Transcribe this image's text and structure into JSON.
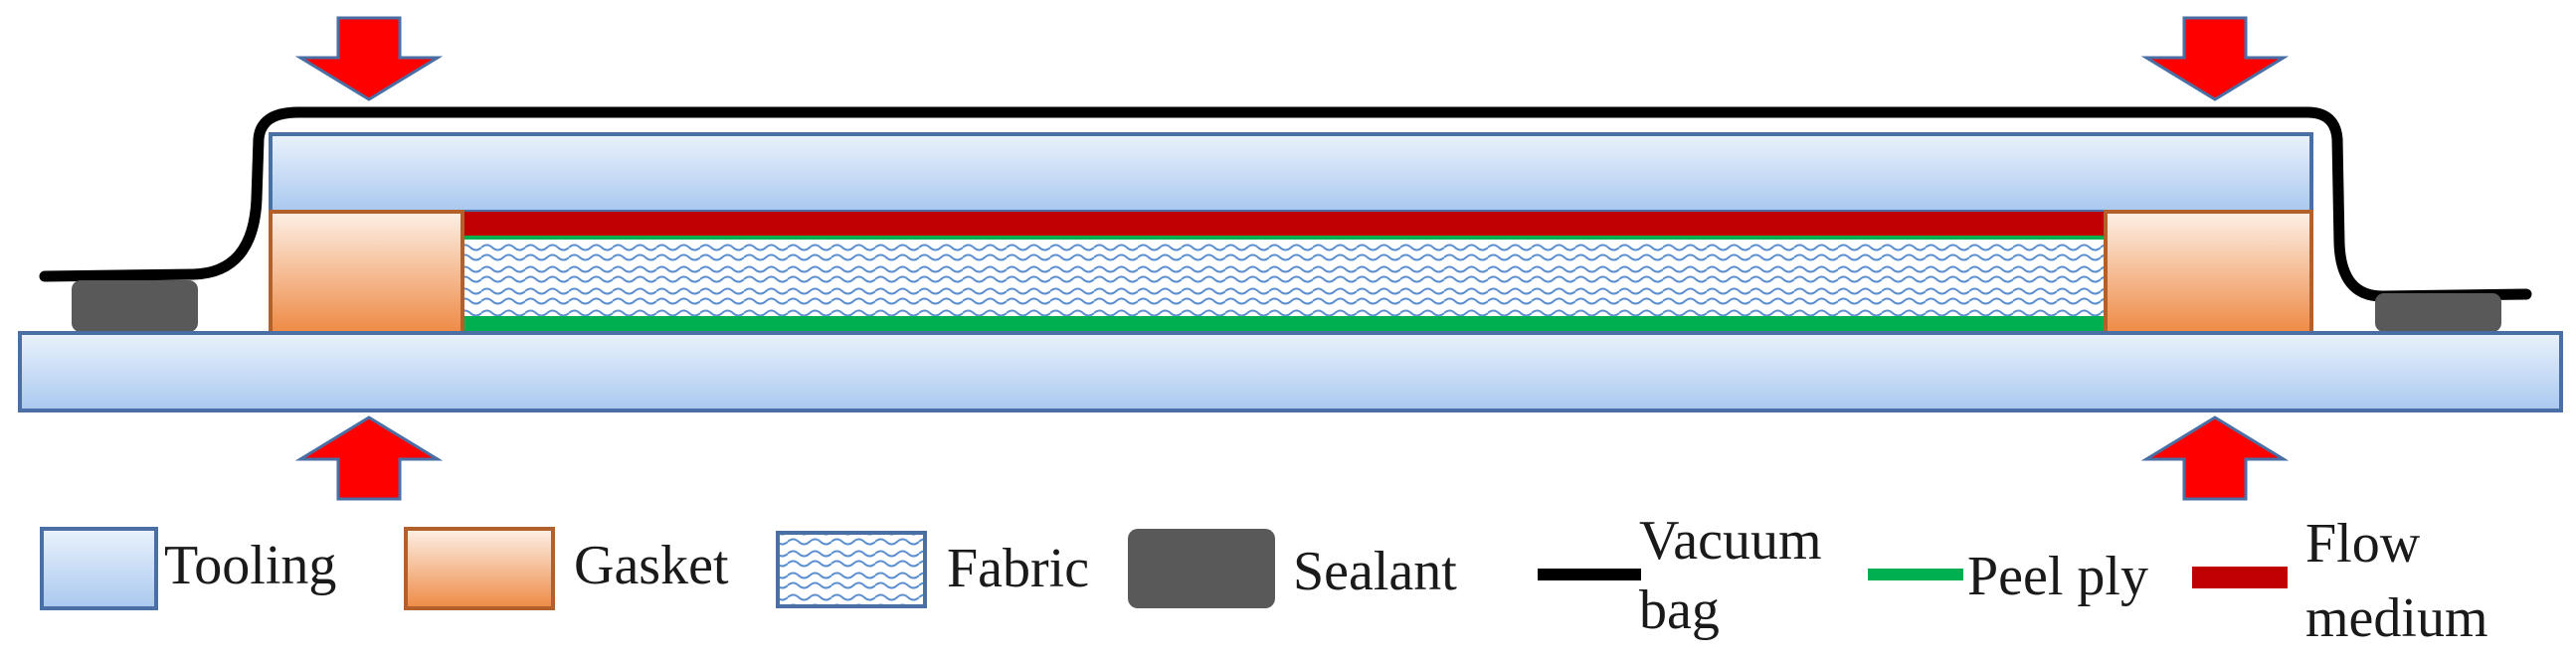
{
  "legend": {
    "tooling": "Tooling",
    "gasket": "Gasket",
    "fabric": "Fabric",
    "sealant": "Sealant",
    "vacuum_bag_line1": "Vacuum",
    "vacuum_bag_line2": "bag",
    "peel_ply": "Peel ply",
    "flow_medium_line1": "Flow",
    "flow_medium_line2": "medium"
  },
  "colors": {
    "tooling_fill": "#c9dcf5",
    "tooling_stroke": "#4a6fa5",
    "gasket_fill": "#f2a46a",
    "gasket_stroke": "#b4602a",
    "fabric_pattern": "#5b8fd0",
    "sealant": "#595959",
    "vacuum_bag": "#000000",
    "peel_ply": "#00b050",
    "flow_medium": "#c00000",
    "pressure_arrow": "#ff0000",
    "pressure_arrow_stroke": "#4a6fa5"
  },
  "icons": {
    "pressure_arrow": "arrow-icon"
  }
}
